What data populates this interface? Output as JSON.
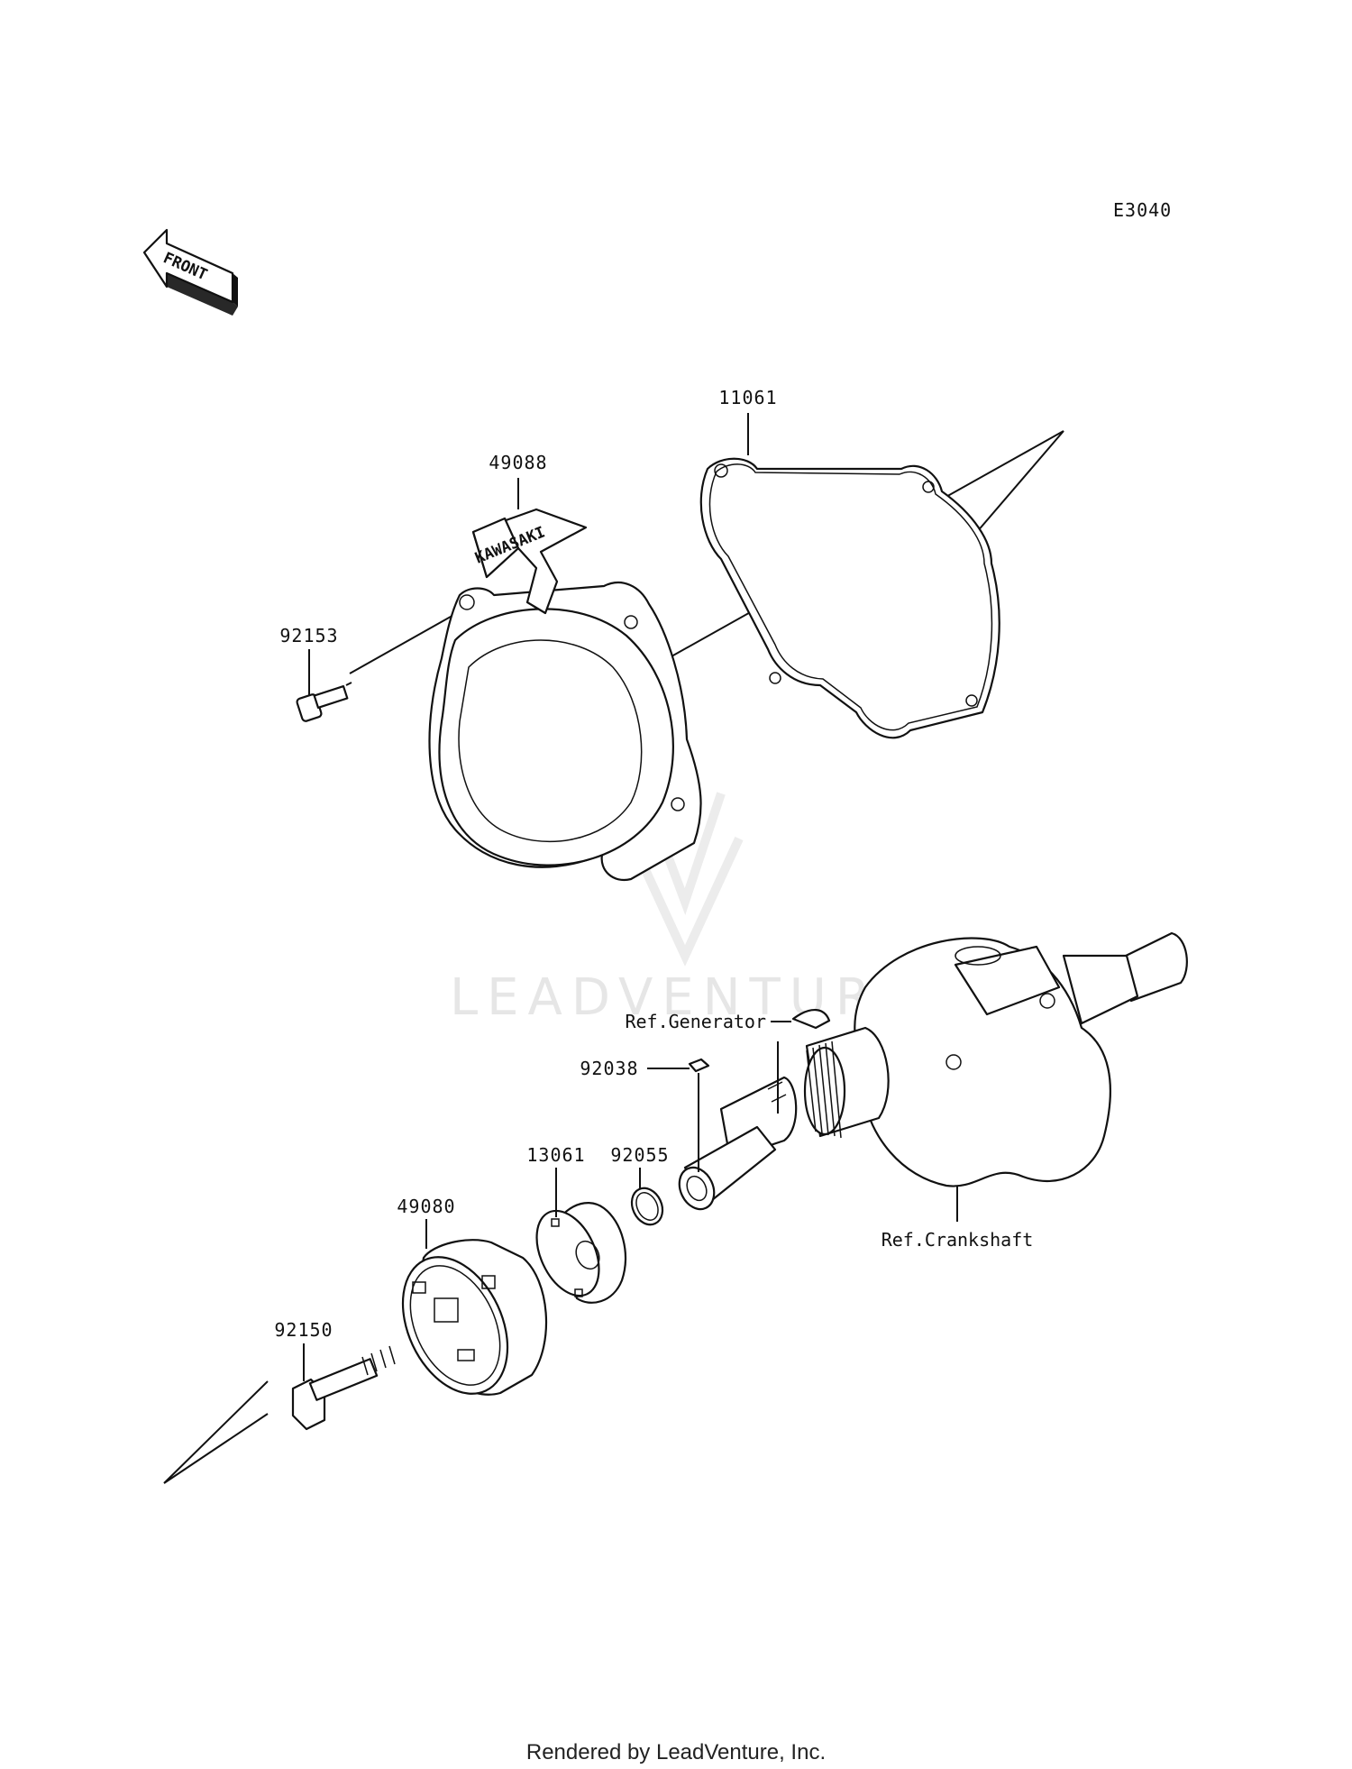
{
  "diagram": {
    "code": "E3040",
    "front_label": "FRONT",
    "brand_on_handle": "KAWASAKI",
    "watermark": "LEADVENTURE",
    "footer": "Rendered by LeadVenture, Inc."
  },
  "callouts": [
    {
      "id": "11061"
    },
    {
      "id": "49088"
    },
    {
      "id": "92153"
    },
    {
      "id": "92038"
    },
    {
      "id": "13061"
    },
    {
      "id": "92055"
    },
    {
      "id": "49080"
    },
    {
      "id": "92150"
    }
  ],
  "references": [
    {
      "label": "Ref.Generator"
    },
    {
      "label": "Ref.Crankshaft"
    }
  ]
}
